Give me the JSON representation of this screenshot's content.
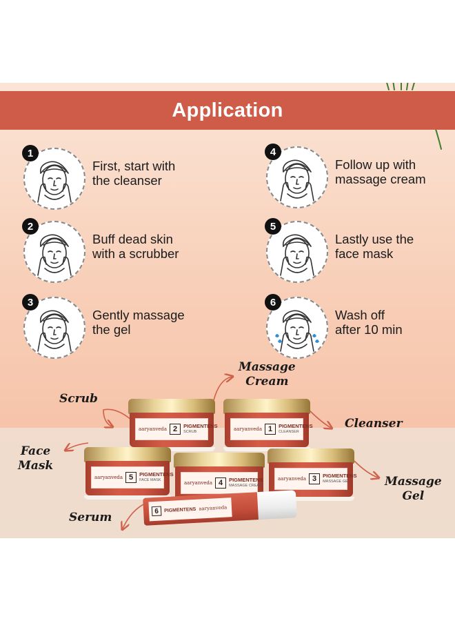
{
  "header": {
    "title": "Application"
  },
  "steps": [
    {
      "number": "1",
      "line1": "First, start with",
      "line2": "the cleanser",
      "icon": "face-cleansing-icon"
    },
    {
      "number": "2",
      "line1": "Buff dead skin",
      "line2": "with a scrubber",
      "icon": "face-scrubbing-icon"
    },
    {
      "number": "3",
      "line1": "Gently massage",
      "line2": "the gel",
      "icon": "face-massage-gel-icon"
    },
    {
      "number": "4",
      "line1": "Follow up with",
      "line2": "massage cream",
      "icon": "face-massage-cream-icon"
    },
    {
      "number": "5",
      "line1": "Lastly use the",
      "line2": "face mask",
      "icon": "face-mask-icon"
    },
    {
      "number": "6",
      "line1": "Wash off",
      "line2": "after 10 min",
      "icon": "face-wash-icon"
    }
  ],
  "product_labels": {
    "massage_cream": [
      "Massage",
      "Cream"
    ],
    "scrub": [
      "Scrub"
    ],
    "cleanser": [
      "Cleanser"
    ],
    "face_mask": [
      "Face",
      "Mask"
    ],
    "massage_gel": [
      "Massage",
      "Gel"
    ],
    "serum": [
      "Serum"
    ]
  },
  "jars": [
    {
      "number": "2",
      "brand": "aaryanveda",
      "line": "PIGMENTENS",
      "name": "SCRUB"
    },
    {
      "number": "1",
      "brand": "aaryanveda",
      "line": "PIGMENTENS",
      "name": "CLEANSER"
    },
    {
      "number": "5",
      "brand": "aaryanveda",
      "line": "PIGMENTENS",
      "name": "FACE MASK"
    },
    {
      "number": "4",
      "brand": "aaryanveda",
      "line": "PIGMENTENS",
      "name": "MASSAGE CREAM"
    },
    {
      "number": "3",
      "brand": "aaryanveda",
      "line": "PIGMENTENS",
      "name": "MASSAGE GEL"
    }
  ],
  "tube": {
    "number": "6",
    "brand": "aaryanveda",
    "line": "PIGMENTENS"
  },
  "colors": {
    "banner": "#cf5c48",
    "jar_body": "#cc5543",
    "lid_gold": "#e8d49a",
    "background_peach": "#f8cfb8"
  }
}
